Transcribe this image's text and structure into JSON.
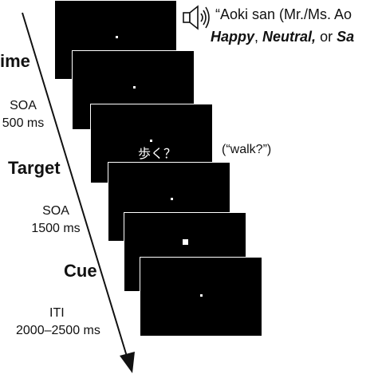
{
  "header": {
    "speech_line1": "“Aoki san (Mr./Ms. Ao",
    "speech_line2_parts": {
      "happy": "Happy",
      "sep1": ", ",
      "neutral": "Neutral,",
      "sep2": " or ",
      "sad": "Sa"
    }
  },
  "phases": {
    "time": "ime",
    "target": "Target",
    "cue": "Cue"
  },
  "intervals": {
    "soa1_line1": "SOA",
    "soa1_line2": "500 ms",
    "soa2_line1": "SOA",
    "soa2_line2": "1500 ms",
    "iti_line1": "ITI",
    "iti_line2": "2000–2500 ms"
  },
  "target": {
    "stimulus": "歩く？",
    "translation": "(“walk?”)"
  },
  "icons": {
    "speaker": "speaker-icon"
  },
  "colors": {
    "screen": "#000000",
    "stimulus": "#ffffff",
    "text": "#111111"
  }
}
